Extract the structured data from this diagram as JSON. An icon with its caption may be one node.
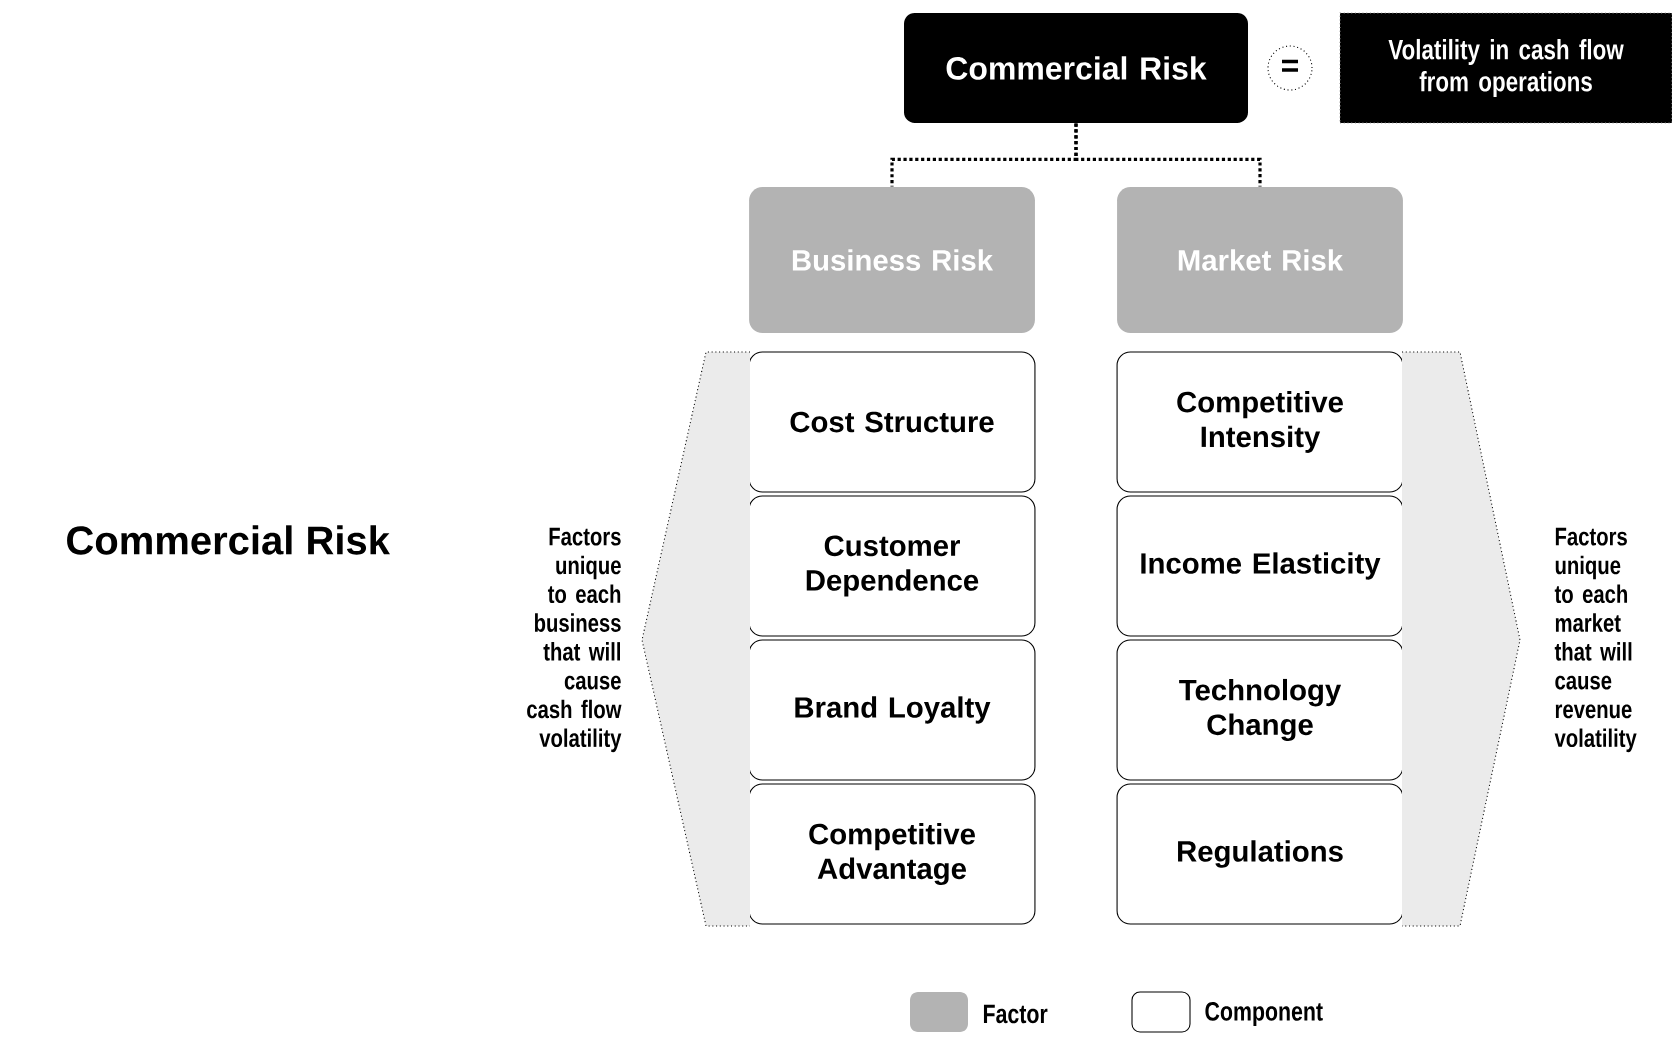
{
  "diagram": {
    "nodes": [
      {
        "text": [
          "Commercial Risk"
        ]
      },
      {
        "text": [
          "="
        ]
      },
      {
        "text": [
          "Volatility in cash flow from operations"
        ]
      },
      {
        "text": [
          "Business Risk"
        ]
      },
      {
        "text": [
          "Market Risk"
        ]
      },
      {
        "text": [
          "Cost Structure"
        ]
      },
      {
        "text": [
          "Customer Dependence"
        ]
      },
      {
        "text": [
          "Brand Loyalty"
        ]
      },
      {
        "text": [
          "Competitive Advantage"
        ]
      },
      {
        "text": [
          "Competitive Intensity"
        ]
      },
      {
        "text": [
          "Income Elasticity"
        ]
      },
      {
        "text": [
          "Technology Change"
        ]
      },
      {
        "text": [
          "Regulations"
        ]
      },
      {
        "text": [],
        "shape": "chevron",
        "beside": [
          "Factors unique to each business that will cause cash flow volatility"
        ]
      },
      {
        "text": [],
        "shape": "chevron",
        "beside": [
          "Factors unique to each market that will cause revenue volatility"
        ]
      }
    ],
    "edges": [
      {
        "from": 0,
        "to": 3,
        "arrow": "none"
      },
      {
        "from": 0,
        "to": 4,
        "arrow": "none"
      }
    ],
    "labels": [
      "Commercial Risk"
    ],
    "legend": [
      {
        "text": "Factor",
        "color": "#b3b3b3"
      },
      {
        "text": "Component"
      }
    ]
  }
}
